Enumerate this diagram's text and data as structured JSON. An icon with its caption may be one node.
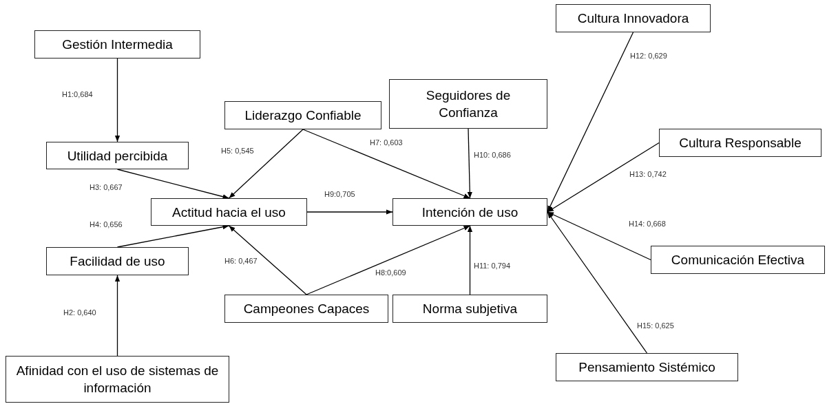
{
  "diagram": {
    "nodes": [
      {
        "text": [
          "Gestión Intermedia"
        ]
      },
      {
        "text": [
          "Utilidad percibida"
        ]
      },
      {
        "text": [
          "Liderazgo Confiable"
        ]
      },
      {
        "text": [
          "Seguidores de Confianza"
        ]
      },
      {
        "text": [
          "Cultura Innovadora"
        ]
      },
      {
        "text": [
          "Actitud hacia el uso"
        ]
      },
      {
        "text": [
          "Intención de uso"
        ]
      },
      {
        "text": [
          "Cultura Responsable"
        ]
      },
      {
        "text": [
          "Facilidad de uso"
        ]
      },
      {
        "text": [
          "Campeones Capaces"
        ]
      },
      {
        "text": [
          "Norma subjetiva"
        ]
      },
      {
        "text": [
          "Comunicación Efectiva"
        ]
      },
      {
        "text": [
          "Pensamiento Sistémico"
        ]
      },
      {
        "text": [
          "Afinidad con el uso de sistemas de información"
        ]
      }
    ],
    "edges": [
      {
        "from": 0,
        "to": 1,
        "arrow": "to",
        "label": "H1:0,684"
      },
      {
        "from": 13,
        "to": 8,
        "arrow": "to",
        "label": "H2: 0,640"
      },
      {
        "from": 1,
        "to": 5,
        "arrow": "to",
        "label": "H3: 0,667"
      },
      {
        "from": 8,
        "to": 5,
        "arrow": "to",
        "label": "H4: 0,656"
      },
      {
        "from": 2,
        "to": 5,
        "arrow": "to",
        "label": "H5: 0,545"
      },
      {
        "from": 9,
        "to": 5,
        "arrow": "to",
        "label": "H6: 0,467"
      },
      {
        "from": 2,
        "to": 6,
        "arrow": "to",
        "label": "H7: 0,603"
      },
      {
        "from": 9,
        "to": 6,
        "arrow": "to",
        "label": "H8:0,609"
      },
      {
        "from": 5,
        "to": 6,
        "arrow": "to",
        "label": "H9:0,705"
      },
      {
        "from": 3,
        "to": 6,
        "arrow": "to",
        "label": "H10: 0,686"
      },
      {
        "from": 10,
        "to": 6,
        "arrow": "to",
        "label": "H11: 0,794"
      },
      {
        "from": 4,
        "to": 6,
        "arrow": "to",
        "label": "H12: 0,629"
      },
      {
        "from": 7,
        "to": 6,
        "arrow": "to",
        "label": "H13: 0,742"
      },
      {
        "from": 11,
        "to": 6,
        "arrow": "to",
        "label": "H14: 0,668"
      },
      {
        "from": 12,
        "to": 6,
        "arrow": "to",
        "label": "H15: 0,625"
      }
    ]
  }
}
